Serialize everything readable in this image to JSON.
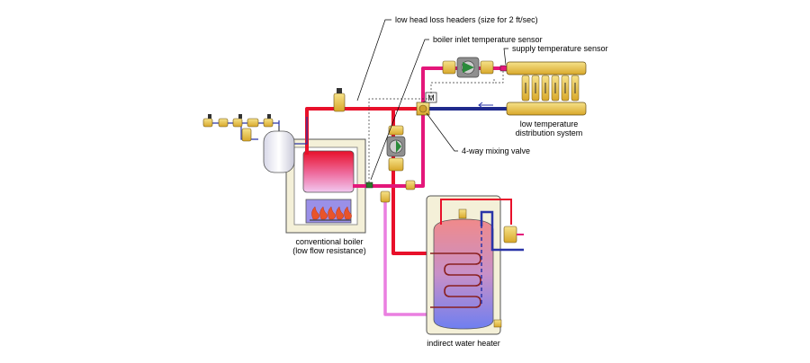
{
  "labels": {
    "headers": "low head loss headers (size for 2 ft/sec)",
    "inlet_sensor": "boiler inlet temperature sensor",
    "supply_sensor": "supply temperature sensor",
    "distribution_line1": "low temperature",
    "distribution_line2": "distribution system",
    "mixing_valve": "4-way mixing valve",
    "boiler_line1": "conventional boiler",
    "boiler_line2": "(low flow resistance)",
    "water_heater": "indirect water heater",
    "motor": "M"
  },
  "colors": {
    "hot_pipe": "#e8102a",
    "mixed_pipe": "#e4177a",
    "return_pipe": "#1f2a8c",
    "cool_pipe": "#ea7fe0",
    "brass": "#e8c84a",
    "boiler_fill": "#f4f0d8",
    "flame": "#e8542a",
    "gray_component": "#8f8f8f"
  }
}
